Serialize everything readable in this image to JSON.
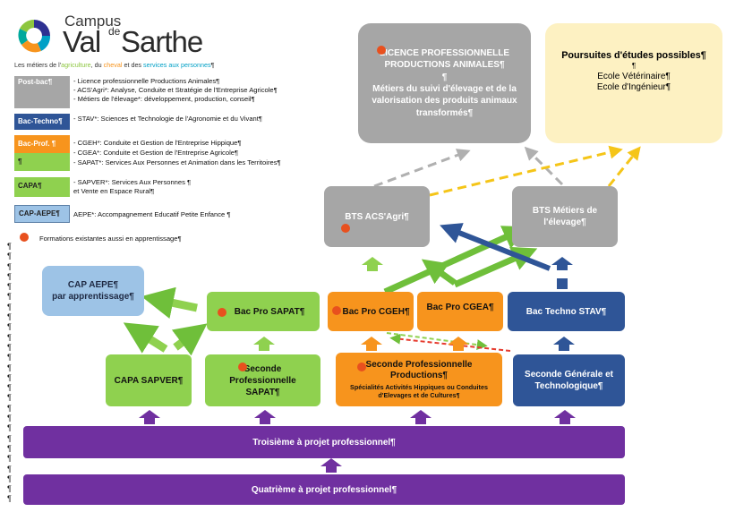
{
  "logo": {
    "campus": "Campus",
    "val": "Val",
    "de": "de",
    "sarthe": "Sarthe",
    "tagline_1": "Les métiers de l'",
    "tagline_agri": "agriculture",
    "tagline_2": ", du ",
    "tagline_cheval": "cheval",
    "tagline_3": " et des ",
    "tagline_services": "services aux personnes",
    "tagline_end": "¶"
  },
  "legend": {
    "postbac": {
      "label": "Post-bac¶",
      "lines": [
        "- Licence professionnelle Productions Animales¶",
        "- ACS'Agri*: Analyse, Conduite et Stratégie de l'Entreprise Agricole¶",
        "- Métiers de l'élevage*: développement, production, conseil¶"
      ]
    },
    "bactechno": {
      "label": "Bac-Techno¶",
      "lines": [
        "- STAV*: Sciences et Technologie de l'Agronomie et du Vivant¶"
      ]
    },
    "bacpro": {
      "label": "Bac-Prof. ¶",
      "label2": "¶",
      "lines": [
        "- CGEH*: Conduite et Gestion de l'Entreprise Hippique¶",
        "- CGEA*: Conduite et Gestion de l'Entreprise Agricole¶",
        "- SAPAT*: Services Aux Personnes et Animation dans les Territoires¶"
      ]
    },
    "capa": {
      "label": "CAPA¶",
      "lines": [
        "- SAPVER*: Services Aux Personnes ¶",
        "et Vente en Espace Rural¶"
      ]
    },
    "capaepe": {
      "label": "CAP-AEPE¶",
      "lines": [
        "AEPE*: Accompagnement Educatif Petite Enfance ¶"
      ]
    },
    "apprentissage": "Formations existantes aussi en apprentissage¶"
  },
  "boxes": {
    "licence": {
      "line1": "LICENCE PROFESSIONNELLE",
      "line2": "PRODUCTIONS ANIMALES¶",
      "line3": "¶",
      "line4": "Métiers du suivi d'élevage et de la valorisation des produits animaux transformés¶"
    },
    "poursuites": {
      "title": "Poursuites d'études possibles¶",
      "line1": "¶",
      "line2": "Ecole Vétérinaire¶",
      "line3": "Ecole d'Ingénieur¶"
    },
    "bts_acs": "BTS ACS'Agri¶",
    "bts_elevage": "BTS Métiers de l'élevage¶",
    "cap_aepe": {
      "line1": "CAP AEPE¶",
      "line2": "par apprentissage¶"
    },
    "bac_sapat": "Bac Pro SAPAT¶",
    "bac_cgeh": "Bac Pro CGEH¶",
    "bac_cgea": "Bac Pro CGEA¶",
    "bac_stav": "Bac Techno STAV¶",
    "capa_sapver": "CAPA SAPVER¶",
    "seconde_sapat": "Seconde Professionnelle SAPAT¶",
    "seconde_prod": {
      "line1": "Seconde Professionnelle Productions¶",
      "line2": "Spécialités Activités Hippiques ou Conduites d'Elevages et de Cultures¶"
    },
    "seconde_gen": "Seconde Générale et Technologique¶",
    "troisieme": "Troisième à projet professionnel¶",
    "quatrieme": "Quatrième à projet professionnel¶"
  },
  "colors": {
    "grey": "#a6a6a6",
    "yellow": "#fdf1c2",
    "green": "#8fd14f",
    "orange": "#f7941d",
    "navy": "#2f5597",
    "lightblue": "#9dc3e6",
    "purple": "#7030a0",
    "dot": "#e8501e"
  }
}
